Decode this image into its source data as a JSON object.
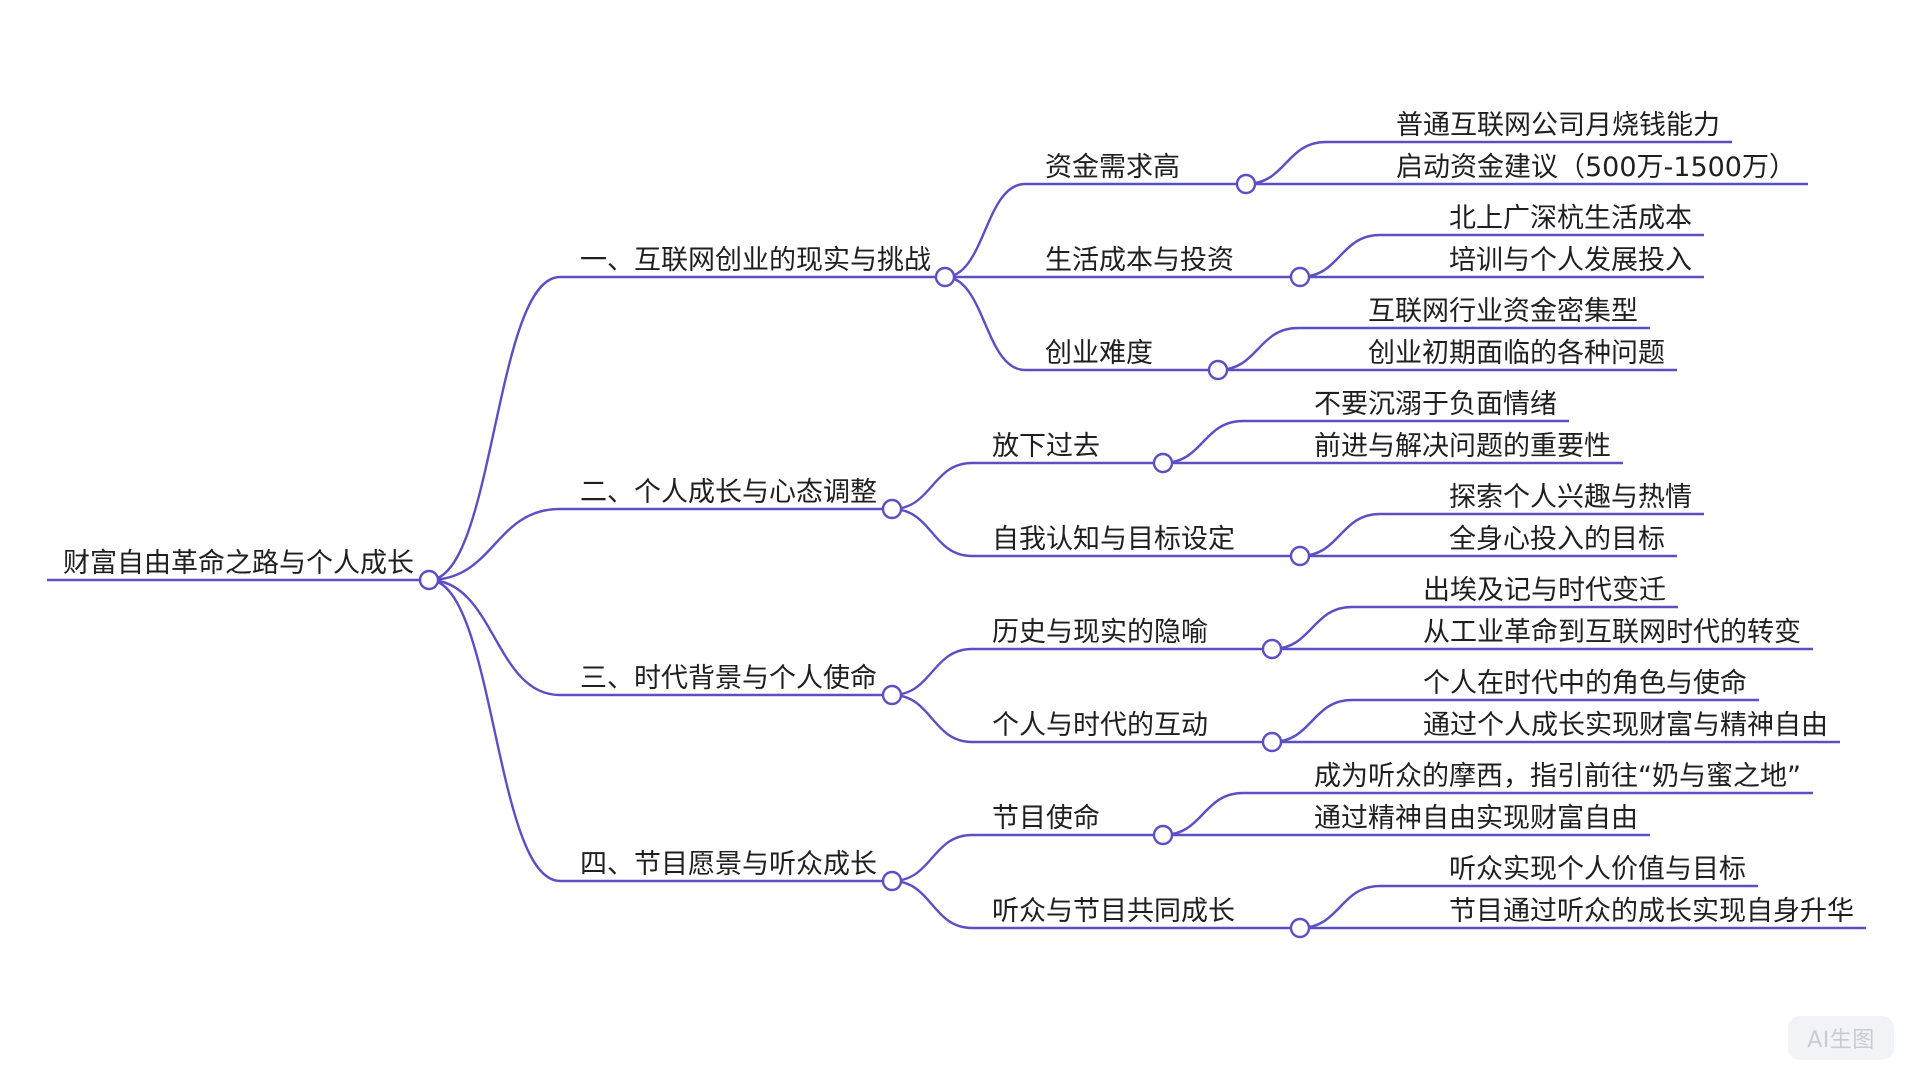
{
  "mindmap": {
    "root": "财富自由革命之路与个人成长",
    "branches": [
      {
        "label": "一、互联网创业的现实与挑战",
        "children": [
          {
            "label": "资金需求高",
            "children": [
              "普通互联网公司月烧钱能力",
              "启动资金建议（500万-1500万）"
            ]
          },
          {
            "label": "生活成本与投资",
            "children": [
              "北上广深杭生活成本",
              "培训与个人发展投入"
            ]
          },
          {
            "label": "创业难度",
            "children": [
              "互联网行业资金密集型",
              "创业初期面临的各种问题"
            ]
          }
        ]
      },
      {
        "label": "二、个人成长与心态调整",
        "children": [
          {
            "label": "放下过去",
            "children": [
              "不要沉溺于负面情绪",
              "前进与解决问题的重要性"
            ]
          },
          {
            "label": "自我认知与目标设定",
            "children": [
              "探索个人兴趣与热情",
              "全身心投入的目标"
            ]
          }
        ]
      },
      {
        "label": "三、时代背景与个人使命",
        "children": [
          {
            "label": "历史与现实的隐喻",
            "children": [
              "出埃及记与时代变迁",
              "从工业革命到互联网时代的转变"
            ]
          },
          {
            "label": "个人与时代的互动",
            "children": [
              "个人在时代中的角色与使命",
              "通过个人成长实现财富与精神自由"
            ]
          }
        ]
      },
      {
        "label": "四、节目愿景与听众成长",
        "children": [
          {
            "label": "节目使命",
            "children": [
              "成为听众的摩西，指引前往“奶与蜜之地”",
              "通过精神自由实现财富自由"
            ]
          },
          {
            "label": "听众与节目共同成长",
            "children": [
              "听众实现个人价值与目标",
              "节目通过听众的成长实现自身升华"
            ]
          }
        ]
      }
    ]
  },
  "badge": {
    "label": "AI生图"
  },
  "colors": {
    "line": "#5b4fc4",
    "text": "#1f1f1f",
    "node_fill": "#ffffff"
  }
}
